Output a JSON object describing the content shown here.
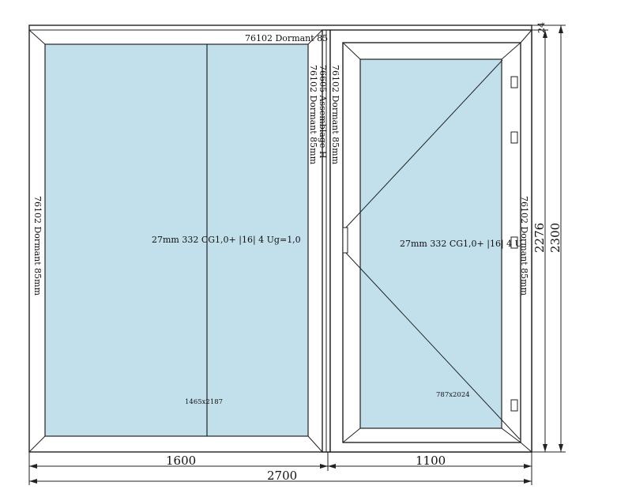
{
  "labels": {
    "top_profile": "76102 Dormant 85",
    "left_profile": "76102 Dormant 85mm",
    "mid_profile_a": "76102 Dormant 85mm",
    "mid_assembly": "76605 Assemblage H",
    "mid_profile_b": "76102 Dormant 85mm",
    "right_profile": "76102 Dormant 85mm",
    "glass_left": "27mm 332 CG1,0+ |16| 4 Ug=1,0",
    "glass_right": "27mm 332 CG1,0+ |16| 4 U",
    "size_left": "1465x2187",
    "size_right": "787x2024"
  },
  "dimensions": {
    "width_left": "1600",
    "width_right": "1100",
    "width_total": "2700",
    "height_inner": "2276",
    "height_total": "2300",
    "top_offset": "24"
  },
  "colors": {
    "glass": "#c2e0ec",
    "frame": "#ffffff",
    "line": "#222222"
  }
}
